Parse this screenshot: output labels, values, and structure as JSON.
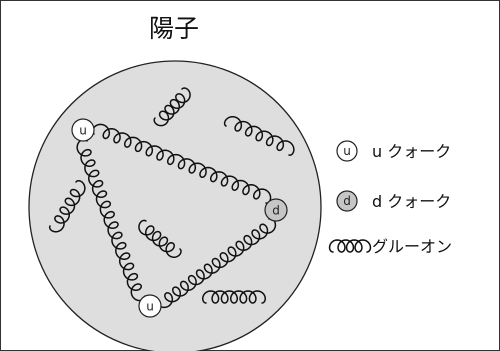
{
  "diagram": {
    "title": "陽子",
    "colors": {
      "nucleus_fill": "#dedede",
      "nucleus_stroke": "#222222",
      "up_quark_fill": "#ffffff",
      "down_quark_fill": "#c6c6c6",
      "line": "#111111"
    },
    "quarks": [
      {
        "flavor": "u",
        "label": "u"
      },
      {
        "flavor": "d",
        "label": "d"
      },
      {
        "flavor": "u",
        "label": "u"
      }
    ]
  },
  "legend": {
    "up_quark": {
      "symbol": "u",
      "label": "u クォーク"
    },
    "down_quark": {
      "symbol": "d",
      "label": "d クォーク"
    },
    "gluon": {
      "label": "グルーオン"
    }
  }
}
